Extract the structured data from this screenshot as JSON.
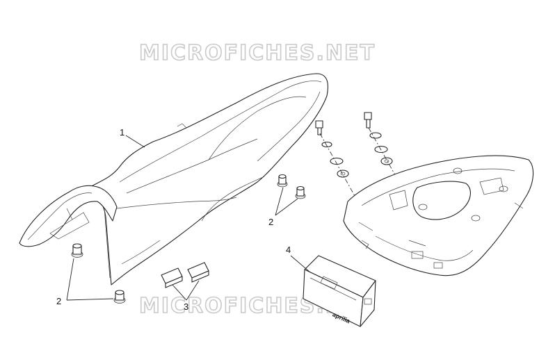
{
  "watermark": {
    "text": "MICROFICHES.NET"
  },
  "callouts": {
    "seat": "1",
    "bumpers_right": "2",
    "bumpers_left": "2",
    "brackets": "3",
    "seat_cover": "4"
  },
  "logo_text": "aprilia"
}
